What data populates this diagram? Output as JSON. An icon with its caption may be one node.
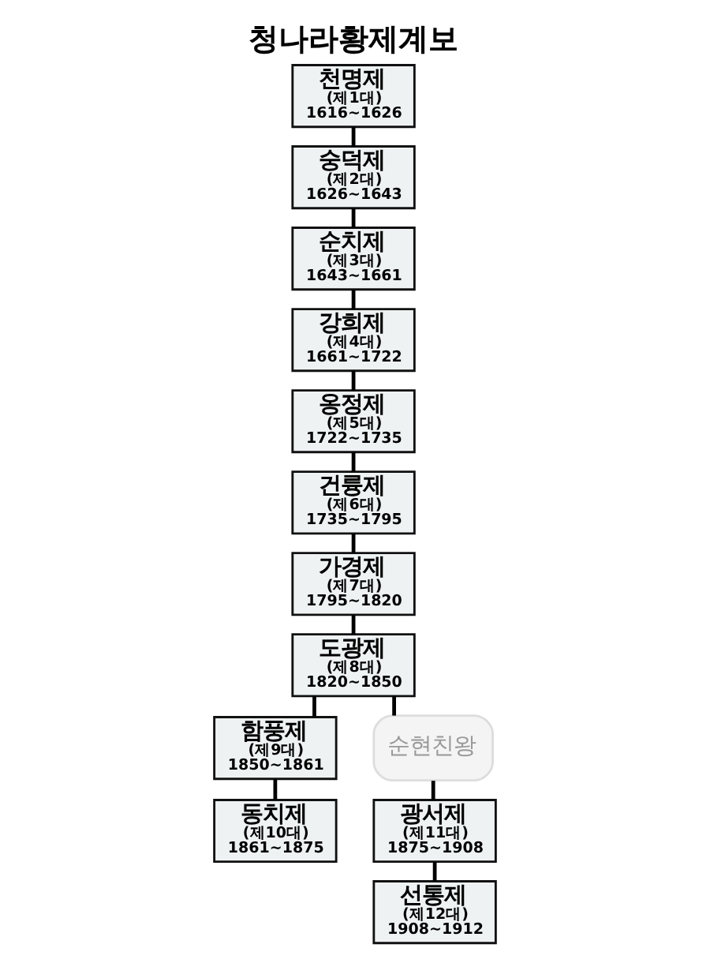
{
  "diagram": {
    "title": "청나라황제계보",
    "nodes": [
      {
        "text": [
          "천명제",
          "(제1대)",
          "1616~1626"
        ]
      },
      {
        "text": [
          "숭덕제",
          "(제2대)",
          "1626~1643"
        ]
      },
      {
        "text": [
          "순치제",
          "(제3대)",
          "1643~1661"
        ]
      },
      {
        "text": [
          "강희제",
          "(제4대)",
          "1661~1722"
        ]
      },
      {
        "text": [
          "옹정제",
          "(제5대)",
          "1722~1735"
        ]
      },
      {
        "text": [
          "건륭제",
          "(제6대)",
          "1735~1795"
        ]
      },
      {
        "text": [
          "가경제",
          "(제7대)",
          "1795~1820"
        ]
      },
      {
        "text": [
          "도광제",
          "(제8대)",
          "1820~1850"
        ]
      },
      {
        "text": [
          "함풍제",
          "(제9대)",
          "1850~1861"
        ]
      },
      {
        "text": [
          "순현친왕"
        ]
      },
      {
        "text": [
          "동치제",
          "(제10대)",
          "1861~1875"
        ]
      },
      {
        "text": [
          "광서제",
          "(제11대)",
          "1875~1908"
        ]
      },
      {
        "text": [
          "선통제",
          "(제12대)",
          "1908~1912"
        ]
      }
    ],
    "edges": [
      {
        "from": 0,
        "to": 1,
        "arrow": "none"
      },
      {
        "from": 1,
        "to": 2,
        "arrow": "none"
      },
      {
        "from": 2,
        "to": 3,
        "arrow": "none"
      },
      {
        "from": 3,
        "to": 4,
        "arrow": "none"
      },
      {
        "from": 4,
        "to": 5,
        "arrow": "none"
      },
      {
        "from": 5,
        "to": 6,
        "arrow": "none"
      },
      {
        "from": 6,
        "to": 7,
        "arrow": "none"
      },
      {
        "from": 7,
        "to": 8,
        "arrow": "none"
      },
      {
        "from": 7,
        "to": 9,
        "arrow": "none"
      },
      {
        "from": 8,
        "to": 10,
        "arrow": "none"
      },
      {
        "from": 9,
        "to": 11,
        "arrow": "none"
      },
      {
        "from": 11,
        "to": 12,
        "arrow": "none"
      }
    ]
  }
}
